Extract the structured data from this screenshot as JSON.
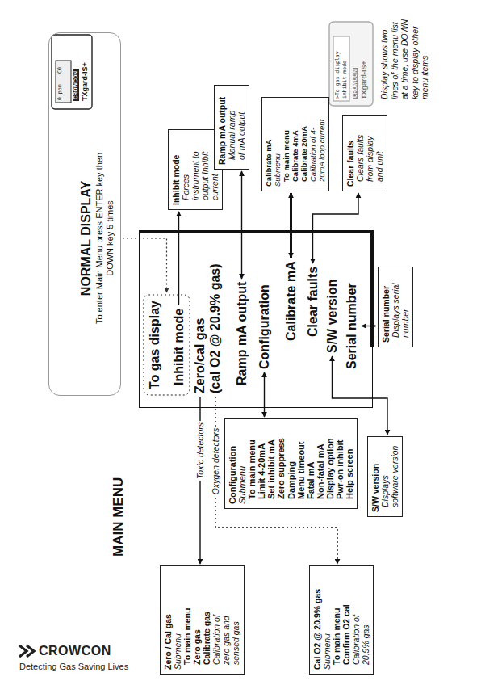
{
  "diagram": {
    "nodes": [
      {
        "text": [
          "NORMAL DISPLAY",
          "To enter Main Menu press ENTER key then DOWN key 5 times"
        ]
      },
      {
        "text": [
          "MAIN MENU"
        ]
      },
      {
        "text": [
          "To gas display"
        ],
        "in": 1
      },
      {
        "text": [
          "Inhibit mode"
        ],
        "in": 1
      },
      {
        "text": [
          "Zero/cal gas",
          "(cal O2 @ 20.9% gas)"
        ],
        "in": 1
      },
      {
        "text": [
          "Ramp mA output"
        ],
        "in": 1
      },
      {
        "text": [
          "Configuration"
        ],
        "in": 1
      },
      {
        "text": [
          "Calibrate mA"
        ],
        "in": 1
      },
      {
        "text": [
          "Clear faults"
        ],
        "in": 1
      },
      {
        "text": [
          "S/W version"
        ],
        "in": 1
      },
      {
        "text": [
          "Serial number"
        ],
        "in": 1
      },
      {
        "text": [
          "Inhibit mode",
          "Forces instrument to output Inhibit current"
        ]
      },
      {
        "text": [
          "Ramp mA output",
          "Manual ramp of mA output"
        ]
      },
      {
        "text": [
          "Calibrate mA",
          "Submenu",
          "To main menu",
          "Calibrate 4mA",
          "Calibrate 20mA",
          "Calibration of 4-20mA loop current"
        ]
      },
      {
        "text": [
          "Clear faults",
          "Clears faults from display and unit"
        ]
      },
      {
        "text": [
          "Serial number",
          "Displays serial number"
        ]
      },
      {
        "text": [
          "S/W version",
          "Displays software version"
        ]
      },
      {
        "text": [
          "Configuration",
          "Submenu",
          "To main menu",
          "Limit 4-20mA",
          "Set inhibit mA",
          "Zero suppress",
          "Damping",
          "Menu timeout",
          "Fatal mA",
          "Non-fatal mA",
          "Display option",
          "Pwr-on inhibit",
          "Help screen"
        ]
      },
      {
        "text": [
          "Zero / Cal gas",
          "Submenu",
          "To main menu",
          "Zero gas",
          "Calibrate gas",
          "Calibration of zero gas and sensed gas"
        ]
      },
      {
        "text": [
          "Cal O2 @ 20.9% gas",
          "Submenu",
          "To main menu",
          "Confirm O2 cal",
          "Calibration of 20.9% gas"
        ]
      }
    ],
    "edges": [
      {
        "from": 3,
        "to": 11,
        "arrow": "to"
      },
      {
        "from": 4,
        "to": 18,
        "label": "Toxic detectors",
        "arrow": "to"
      },
      {
        "from": 4,
        "to": 19,
        "label": "Oxygen detectors",
        "arrow": "to"
      },
      {
        "from": 5,
        "to": 12,
        "arrow": "both"
      },
      {
        "from": 6,
        "to": 17,
        "arrow": "both"
      },
      {
        "from": 7,
        "to": 13,
        "arrow": "both"
      },
      {
        "from": 8,
        "to": 14,
        "arrow": "both"
      },
      {
        "from": 9,
        "to": 16,
        "arrow": "both"
      },
      {
        "from": 10,
        "to": 15,
        "arrow": "both"
      }
    ],
    "labels": [
      "0 ppm",
      "CO",
      "CROWCON",
      "TXgard-IS+",
      ">To gas display",
      "inhibit mode",
      "CROWCON",
      "TXgard-IS+",
      "Display shows two lines of the menu list at a time, use DOWN key to display other menu items",
      "CROWCON",
      "Detecting Gas Saving Lives"
    ]
  }
}
